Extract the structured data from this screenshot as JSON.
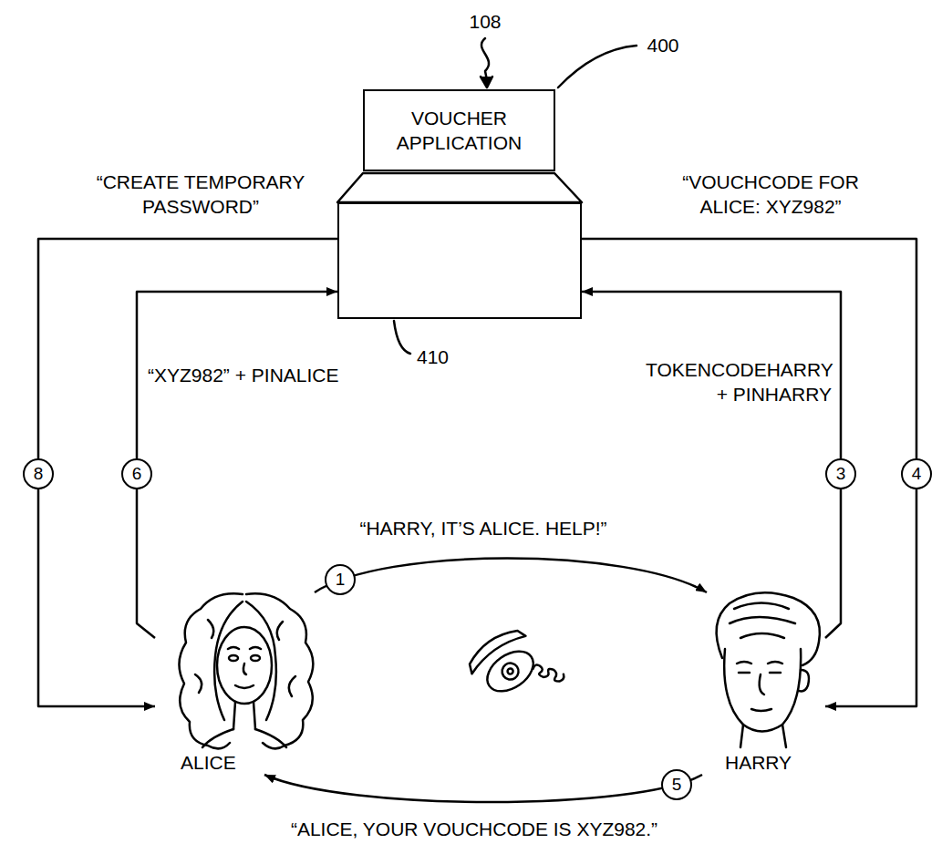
{
  "diagram": {
    "nodes": [
      {
        "text": [
          "VOUCHER APPLICATION"
        ]
      },
      {
        "text": [
          "410"
        ]
      },
      {
        "text": [
          "ALICE"
        ]
      },
      {
        "text": [
          "HARRY"
        ]
      }
    ],
    "edges": [
      {
        "from": 2,
        "to": 3,
        "label": "“HARRY, IT’S ALICE. HELP!”",
        "arrow": "to"
      },
      {
        "from": 3,
        "to": 1,
        "label": "TOKENCODEHARRY + PINHARRY",
        "arrow": "to"
      },
      {
        "from": 1,
        "to": 3,
        "label": "“VOUCHCODE FOR ALICE: XYZ982”",
        "arrow": "to"
      },
      {
        "from": 3,
        "to": 2,
        "label": "“ALICE, YOUR VOUCHCODE IS XYZ982.”",
        "arrow": "to"
      },
      {
        "from": 2,
        "to": 1,
        "label": "“XYZ982” + PINALICE",
        "arrow": "to"
      },
      {
        "from": 1,
        "to": 2,
        "label": "“CREATE TEMPORARY PASSWORD”",
        "arrow": "to"
      }
    ],
    "labels": [
      "108",
      "400",
      "8",
      "6",
      "3",
      "4",
      "1",
      "5"
    ]
  }
}
